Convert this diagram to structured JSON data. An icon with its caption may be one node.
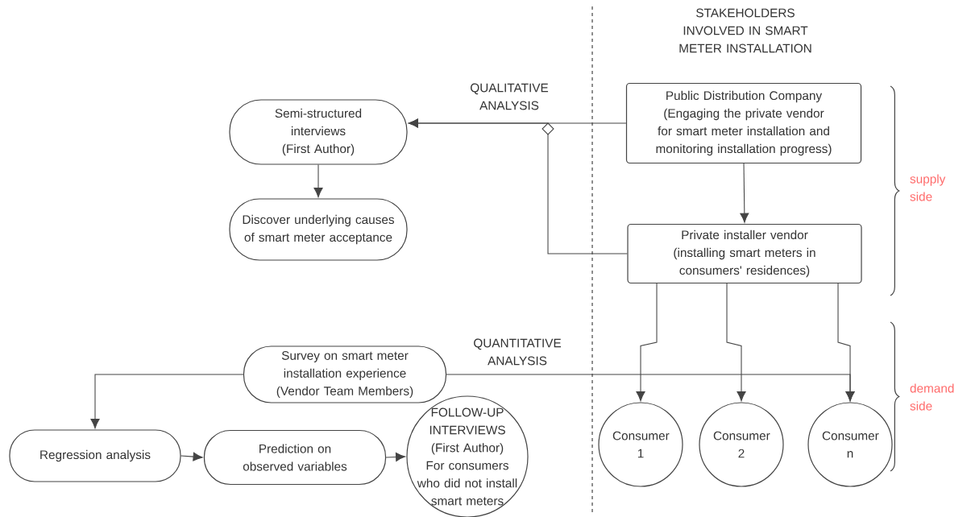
{
  "diagram": {
    "nodes": [
      {
        "text": [
          "Public Distribution Company (Engaging the private vendor for smart meter installation and monitoring installation progress)"
        ]
      },
      {
        "text": [
          "Semi-structured interviews (First Author)"
        ]
      },
      {
        "text": [
          "Discover underlying causes of smart meter acceptance"
        ]
      },
      {
        "text": [
          "Private installer vendor (installing smart meters in consumers' residences)"
        ]
      },
      {
        "text": [
          "Survey on smart meter installation experience (Vendor Team Members)"
        ]
      },
      {
        "text": [
          "Consumer 1"
        ]
      },
      {
        "text": [
          "Consumer 2"
        ]
      },
      {
        "text": [
          "Consumer n"
        ]
      },
      {
        "text": [
          "Regression analysis"
        ]
      },
      {
        "text": [
          "Prediction on observed variables"
        ]
      },
      {
        "text": [
          "FOLLOW-UP INTERVIEWS (First Author)",
          "For consumers who did not install smart meters"
        ]
      }
    ],
    "edges": [
      {
        "from": 0,
        "to": 1,
        "arrow": "to"
      },
      {
        "from": 3,
        "to": 1,
        "arrow": "to"
      },
      {
        "from": 1,
        "to": 2,
        "arrow": "to"
      },
      {
        "from": 0,
        "to": 3,
        "arrow": "to"
      },
      {
        "from": 3,
        "to": 5,
        "arrow": "to"
      },
      {
        "from": 3,
        "to": 6,
        "arrow": "to"
      },
      {
        "from": 3,
        "to": 7,
        "arrow": "to"
      },
      {
        "from": 4,
        "to": 7,
        "arrow": "to"
      },
      {
        "from": 4,
        "to": 8,
        "arrow": "to"
      },
      {
        "from": 8,
        "to": 9,
        "arrow": "to"
      },
      {
        "from": 9,
        "to": 10,
        "arrow": "to"
      }
    ],
    "labels": [
      "STAKEHOLDERS INVOLVED IN SMART METER INSTALLATION",
      "QUALITATIVE ANALYSIS",
      "supply side",
      "QUANTITATIVE ANALYSIS",
      "demand side"
    ]
  }
}
